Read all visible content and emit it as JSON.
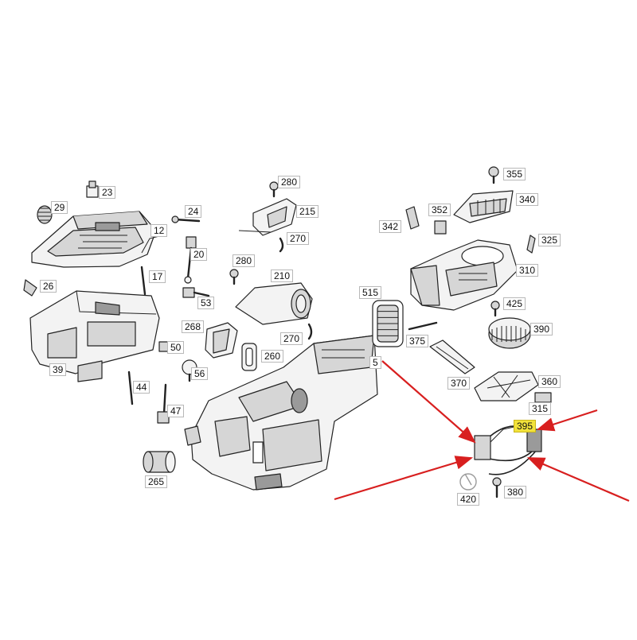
{
  "diagram": {
    "colors": {
      "line": "#222222",
      "fill_light": "#f3f3f3",
      "fill_mid": "#d6d6d6",
      "fill_dark": "#9a9a9a",
      "arrow": "#d81f1f",
      "highlight": "#f2e23b"
    },
    "labels": {
      "p23": "23",
      "p29": "29",
      "p24": "24",
      "p12": "12",
      "p20": "20",
      "p26": "26",
      "p17": "17",
      "p53": "53",
      "p39": "39",
      "p50": "50",
      "p56": "56",
      "p44": "44",
      "p47": "47",
      "p265": "265",
      "p268": "268",
      "p280a": "280",
      "p215": "215",
      "p270a": "270",
      "p280b": "280",
      "p210": "210",
      "p270b": "270",
      "p260": "260",
      "p5": "5",
      "p515": "515",
      "p355": "355",
      "p340": "340",
      "p352": "352",
      "p342": "342",
      "p325": "325",
      "p310": "310",
      "p425": "425",
      "p390": "390",
      "p375": "375",
      "p370": "370",
      "p360": "360",
      "p315": "315",
      "p395": "395",
      "p420": "420",
      "p380": "380"
    },
    "highlighted_part": "395"
  }
}
